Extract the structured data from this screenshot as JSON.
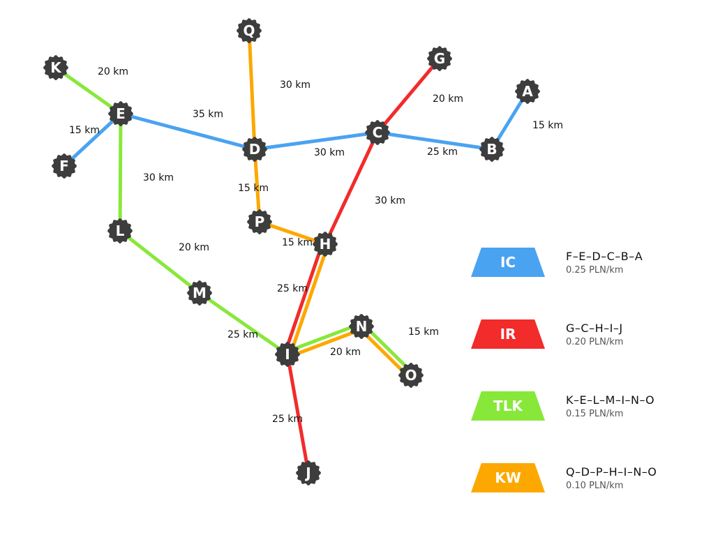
{
  "colors": {
    "IC": "#4aa3f0",
    "IR": "#f22b2b",
    "TLK": "#88e83a",
    "KW": "#fca800",
    "node": "#3d3d3d"
  },
  "nodes": [
    "A",
    "B",
    "C",
    "D",
    "E",
    "F",
    "G",
    "H",
    "I",
    "J",
    "K",
    "L",
    "M",
    "N",
    "O",
    "P",
    "Q"
  ],
  "edges": [
    {
      "from": "K",
      "to": "E",
      "line": "TLK",
      "label": "20 km"
    },
    {
      "from": "E",
      "to": "F",
      "line": "IC",
      "label": "15 km"
    },
    {
      "from": "E",
      "to": "D",
      "line": "IC",
      "label": "35 km"
    },
    {
      "from": "E",
      "to": "L",
      "line": "TLK",
      "label": "30 km"
    },
    {
      "from": "Q",
      "to": "D",
      "line": "KW",
      "label": "30 km"
    },
    {
      "from": "D",
      "to": "C",
      "line": "IC",
      "label": "30 km"
    },
    {
      "from": "D",
      "to": "P",
      "line": "KW",
      "label": "15 km"
    },
    {
      "from": "G",
      "to": "C",
      "line": "IR",
      "label": "20 km"
    },
    {
      "from": "C",
      "to": "B",
      "line": "IC",
      "label": "25 km"
    },
    {
      "from": "B",
      "to": "A",
      "line": "IC",
      "label": "15 km"
    },
    {
      "from": "C",
      "to": "H",
      "line": "IR",
      "label": "30 km"
    },
    {
      "from": "P",
      "to": "H",
      "line": "KW",
      "label": "15 km"
    },
    {
      "from": "H",
      "to": "I",
      "line": "IR",
      "label": "25 km"
    },
    {
      "from": "L",
      "to": "M",
      "line": "TLK",
      "label": "20 km"
    },
    {
      "from": "M",
      "to": "I",
      "line": "TLK",
      "label": "25 km"
    },
    {
      "from": "I",
      "to": "N",
      "line": "TLK",
      "label": "20 km"
    },
    {
      "from": "N",
      "to": "O",
      "line": "TLK",
      "label": "15 km"
    },
    {
      "from": "I",
      "to": "J",
      "line": "IR",
      "label": "25 km"
    }
  ],
  "legend": [
    {
      "code": "IC",
      "route": "F–E–D–C–B–A",
      "price": "0.25 PLN/km"
    },
    {
      "code": "IR",
      "route": "G–C–H–I–J",
      "price": "0.20 PLN/km"
    },
    {
      "code": "TLK",
      "route": "K–E–L–M–I–N–O",
      "price": "0.15 PLN/km"
    },
    {
      "code": "KW",
      "route": "Q–D–P–H–I–N–O",
      "price": "0.10 PLN/km"
    }
  ]
}
